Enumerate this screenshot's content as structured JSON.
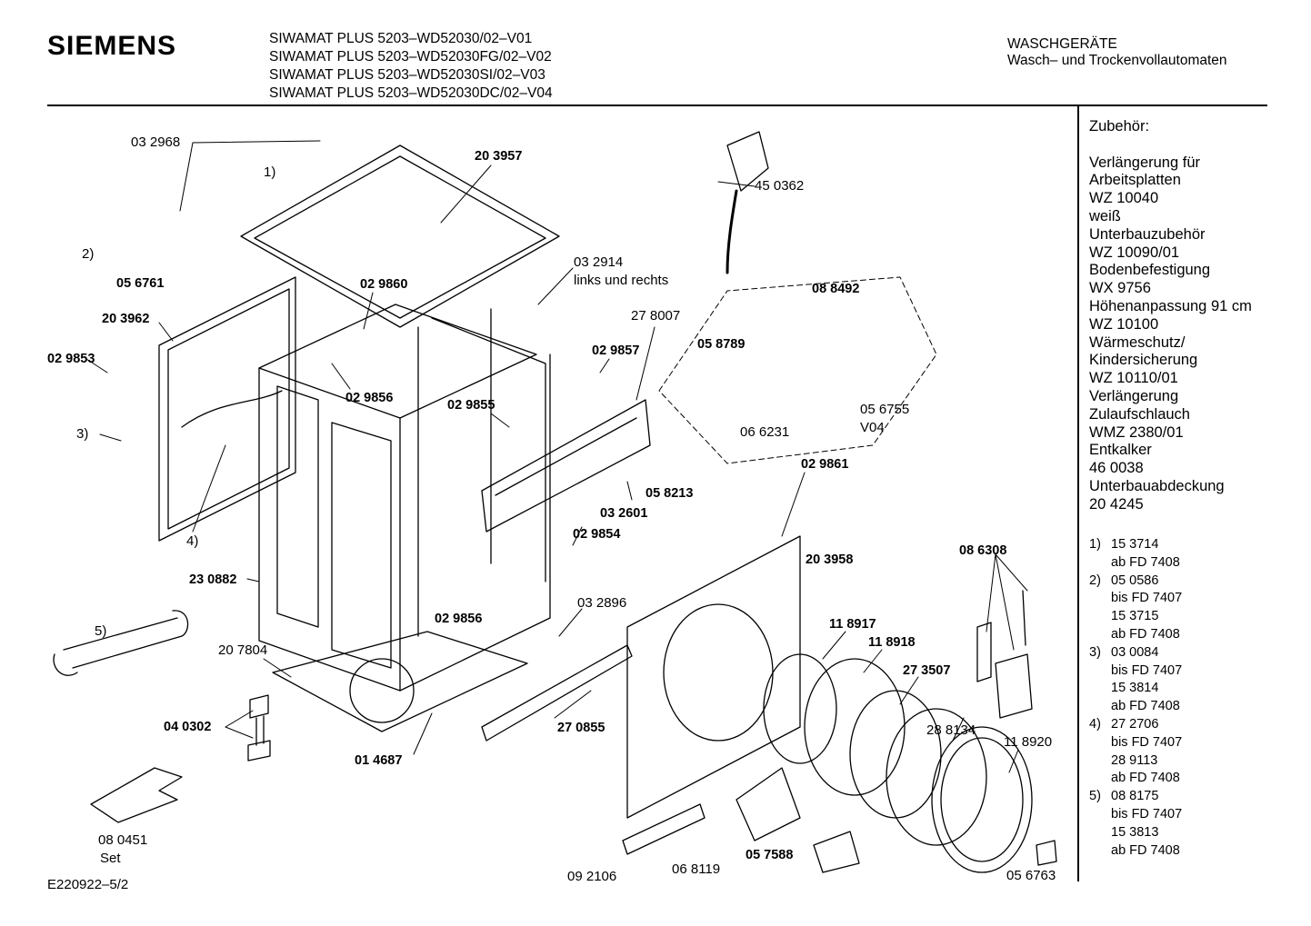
{
  "header": {
    "brand": "SIEMENS",
    "models": [
      "SIWAMAT PLUS 5203–WD52030/02–V01",
      "SIWAMAT PLUS 5203–WD52030FG/02–V02",
      "SIWAMAT PLUS 5203–WD52030SI/02–V03",
      "SIWAMAT PLUS 5203–WD52030DC/02–V04"
    ],
    "category_line1": "WASCHGERÄTE",
    "category_line2": "Wasch– und Trockenvollautomaten"
  },
  "accessories": {
    "title": "Zubehör:",
    "lines": [
      "Verlängerung für",
      "Arbeitsplatten",
      "WZ 10040",
      "weiß",
      "Unterbauzubehör",
      "WZ 10090/01",
      "Bodenbefestigung",
      "WX 9756",
      "Höhenanpassung 91 cm",
      "WZ 10100",
      "Wärmeschutz/",
      "Kindersicherung",
      "WZ 10110/01",
      "Verlängerung",
      "Zulaufschlauch",
      "WMZ 2380/01",
      "Entkalker",
      "46 0038",
      "Unterbauabdeckung",
      "20 4245"
    ]
  },
  "footnotes": [
    {
      "num": "1)",
      "text": "15 3714"
    },
    {
      "num": "",
      "text": "ab FD 7408"
    },
    {
      "num": "2)",
      "text": "05 0586"
    },
    {
      "num": "",
      "text": "bis FD 7407"
    },
    {
      "num": "",
      "text": "15 3715"
    },
    {
      "num": "",
      "text": "ab FD 7408"
    },
    {
      "num": "3)",
      "text": "03 0084"
    },
    {
      "num": "",
      "text": "bis FD 7407"
    },
    {
      "num": "",
      "text": "15 3814"
    },
    {
      "num": "",
      "text": "ab FD 7408"
    },
    {
      "num": "4)",
      "text": "27 2706"
    },
    {
      "num": "",
      "text": "bis FD 7407"
    },
    {
      "num": "",
      "text": "28 9113"
    },
    {
      "num": "",
      "text": "ab FD 7408"
    },
    {
      "num": "5)",
      "text": "08 8175"
    },
    {
      "num": "",
      "text": "bis FD 7407"
    },
    {
      "num": "",
      "text": "15 3813"
    },
    {
      "num": "",
      "text": "ab FD 7408"
    }
  ],
  "doc_id": "E220922–5/2",
  "labels": [
    {
      "id": "p032968",
      "text": "03 2968",
      "bold": false
    },
    {
      "id": "n1",
      "text": "1)",
      "bold": false
    },
    {
      "id": "n2",
      "text": "2)",
      "bold": false
    },
    {
      "id": "n3",
      "text": "3)",
      "bold": false
    },
    {
      "id": "n4",
      "text": "4)",
      "bold": false
    },
    {
      "id": "n5",
      "text": "5)",
      "bold": false
    },
    {
      "id": "p203957",
      "text": "20 3957",
      "bold": true
    },
    {
      "id": "p450362",
      "text": "45 0362",
      "bold": false
    },
    {
      "id": "p056761",
      "text": "05 6761",
      "bold": true
    },
    {
      "id": "p029860",
      "text": "02 9860",
      "bold": true
    },
    {
      "id": "p032914",
      "text": "03 2914",
      "bold": false
    },
    {
      "id": "p032914b",
      "text": "links und rechts",
      "bold": false
    },
    {
      "id": "p088492",
      "text": "08 8492",
      "bold": true
    },
    {
      "id": "p203962",
      "text": "20 3962",
      "bold": true
    },
    {
      "id": "p278007",
      "text": "27 8007",
      "bold": false
    },
    {
      "id": "p058789",
      "text": "05 8789",
      "bold": true
    },
    {
      "id": "p029853",
      "text": "02 9853",
      "bold": true
    },
    {
      "id": "p029857",
      "text": "02 9857",
      "bold": true
    },
    {
      "id": "p029856a",
      "text": "02 9856",
      "bold": true
    },
    {
      "id": "p029855",
      "text": "02 9855",
      "bold": true
    },
    {
      "id": "p056755",
      "text": "05 6755",
      "bold": false
    },
    {
      "id": "pV04",
      "text": "V04",
      "bold": false
    },
    {
      "id": "p066231",
      "text": "06 6231",
      "bold": false
    },
    {
      "id": "p029861",
      "text": "02 9861",
      "bold": true
    },
    {
      "id": "p058213",
      "text": "05 8213",
      "bold": true
    },
    {
      "id": "p032601",
      "text": "03 2601",
      "bold": true
    },
    {
      "id": "p029854",
      "text": "02 9854",
      "bold": true
    },
    {
      "id": "p086308",
      "text": "08 6308",
      "bold": true
    },
    {
      "id": "p203958",
      "text": "20 3958",
      "bold": true
    },
    {
      "id": "p230882",
      "text": "23 0882",
      "bold": true
    },
    {
      "id": "p032896",
      "text": "03 2896",
      "bold": false
    },
    {
      "id": "p029856b",
      "text": "02 9856",
      "bold": true
    },
    {
      "id": "p118917",
      "text": "11 8917",
      "bold": true
    },
    {
      "id": "p118918",
      "text": "11 8918",
      "bold": true
    },
    {
      "id": "p273507",
      "text": "27 3507",
      "bold": true
    },
    {
      "id": "p207804",
      "text": "20 7804",
      "bold": false
    },
    {
      "id": "p288134",
      "text": "28 8134",
      "bold": false
    },
    {
      "id": "p118920",
      "text": "11 8920",
      "bold": false
    },
    {
      "id": "p040302",
      "text": "04 0302",
      "bold": true
    },
    {
      "id": "p270855",
      "text": "27 0855",
      "bold": true
    },
    {
      "id": "p014687",
      "text": "01 4687",
      "bold": true
    },
    {
      "id": "p080451",
      "text": "08 0451",
      "bold": false
    },
    {
      "id": "pSet",
      "text": "Set",
      "bold": false
    },
    {
      "id": "p092106",
      "text": "09 2106",
      "bold": false
    },
    {
      "id": "p068119",
      "text": "06 8119",
      "bold": false
    },
    {
      "id": "p057588",
      "text": "05 7588",
      "bold": true
    },
    {
      "id": "p056763",
      "text": "05 6763",
      "bold": false
    }
  ]
}
